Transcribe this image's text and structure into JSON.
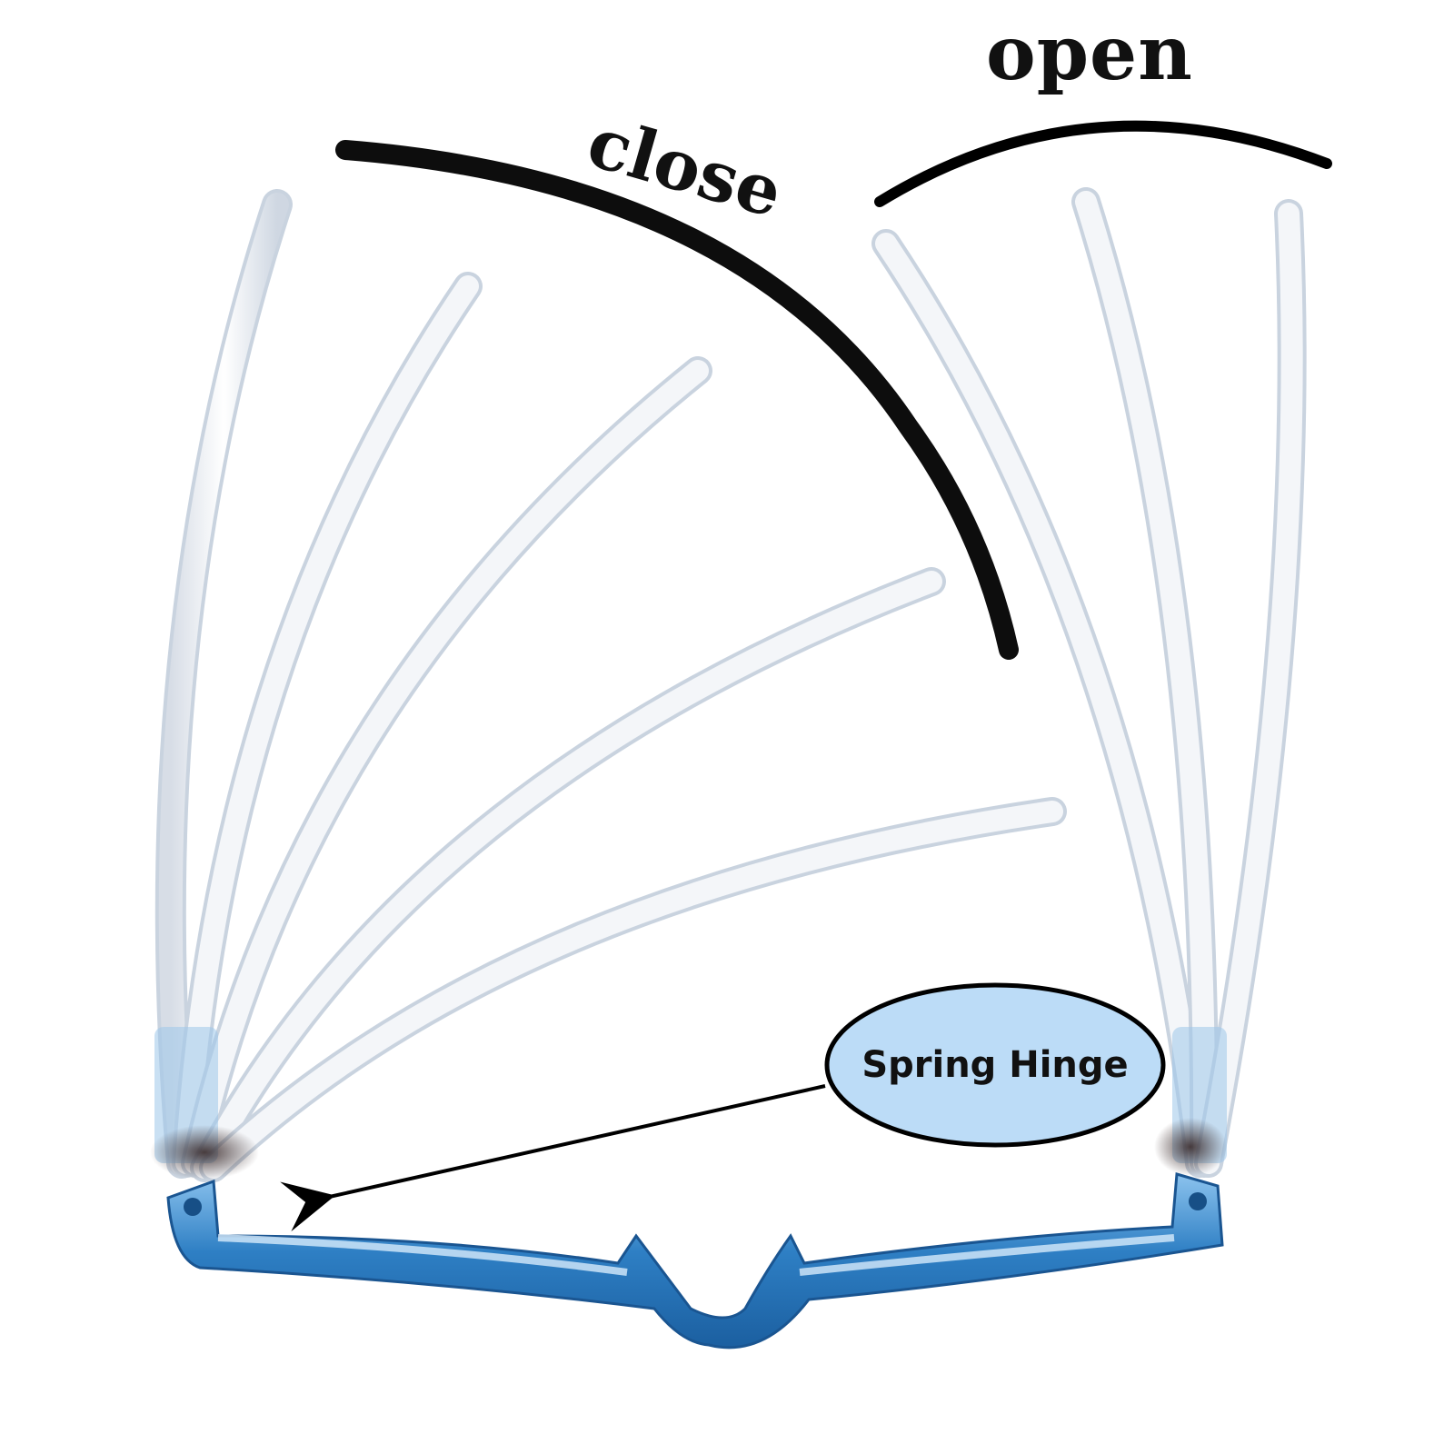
{
  "labels": {
    "open": "open",
    "close": "close",
    "callout": "Spring Hinge"
  },
  "colors": {
    "frame_blue": "#2e7fc4",
    "frame_blue_light": "#8cc3ee",
    "callout_fill": "#bcdcf7",
    "arc_color": "#000000",
    "temple_white": "#f1f3f6"
  },
  "icons": {
    "callout_pointer": "arrow-icon"
  }
}
